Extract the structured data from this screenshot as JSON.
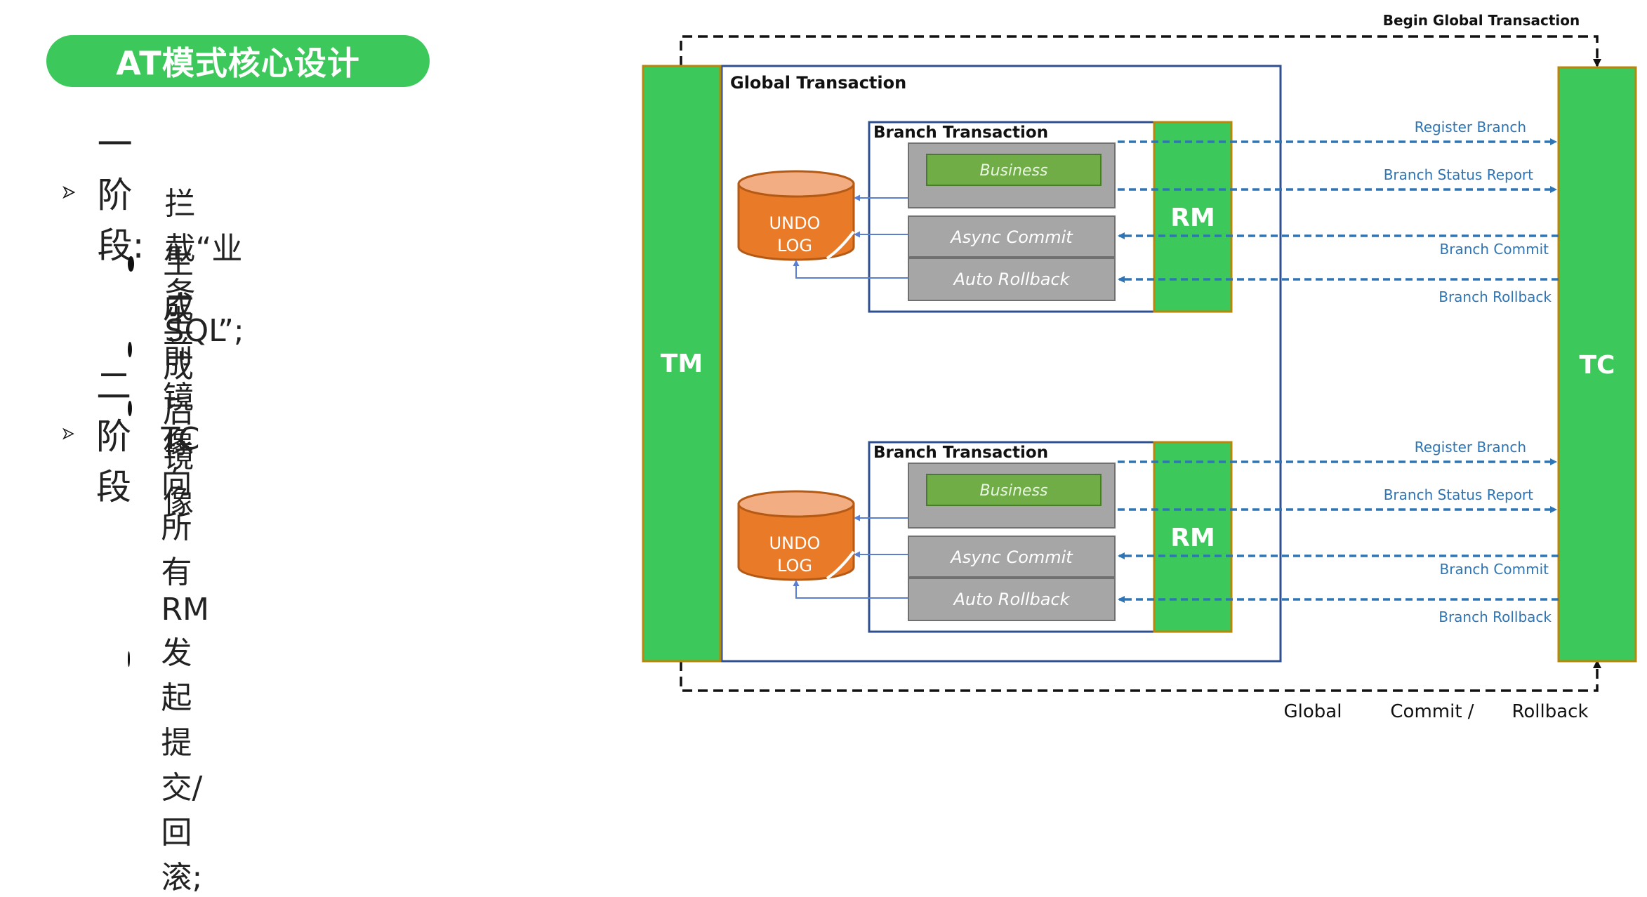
{
  "slide": {
    "title": "AT模式核心设计",
    "outline": [
      {
        "level": 1,
        "text": "一阶段:"
      },
      {
        "level": 2,
        "text": "拦截“业务 SQL”;"
      },
      {
        "level": 2,
        "text": "生成前镜像"
      },
      {
        "level": 2,
        "text": "生成后镜像"
      },
      {
        "level": 1,
        "text": "二阶段"
      },
      {
        "level": 2,
        "text": "TC向所有RM发起提交/回滚;"
      }
    ]
  },
  "diagram": {
    "tm_label": "TM",
    "tc_label": "TC",
    "global_transaction_label": "Global Transaction",
    "begin_label": "Begin Global Transaction",
    "bottom_labels": [
      "Global",
      "Commit /",
      "Rollback"
    ],
    "branches": [
      {
        "title": "Branch Transaction",
        "rm_label": "RM",
        "business_label": "Business",
        "async_commit_label": "Async Commit",
        "auto_rollback_label": "Auto Rollback",
        "undo_line1": "UNDO",
        "undo_line2": "LOG",
        "messages": [
          "Register Branch",
          "Branch Status Report",
          "Branch Commit",
          "Branch Rollback"
        ]
      },
      {
        "title": "Branch Transaction",
        "rm_label": "RM",
        "business_label": "Business",
        "async_commit_label": "Async Commit",
        "auto_rollback_label": "Auto Rollback",
        "undo_line1": "UNDO",
        "undo_line2": "LOG",
        "messages": [
          "Register Branch",
          "Branch Status Report",
          "Branch Commit",
          "Branch Rollback"
        ]
      }
    ],
    "colors": {
      "green": "#3cc85a",
      "green_border": "#b8860b",
      "orange": "#e87a28",
      "orange_top": "#f2ad82",
      "gray": "#a6a6a6",
      "business_green": "#70ad47",
      "blue_text": "#2e75b6",
      "navy": "#2f4f8f"
    }
  }
}
